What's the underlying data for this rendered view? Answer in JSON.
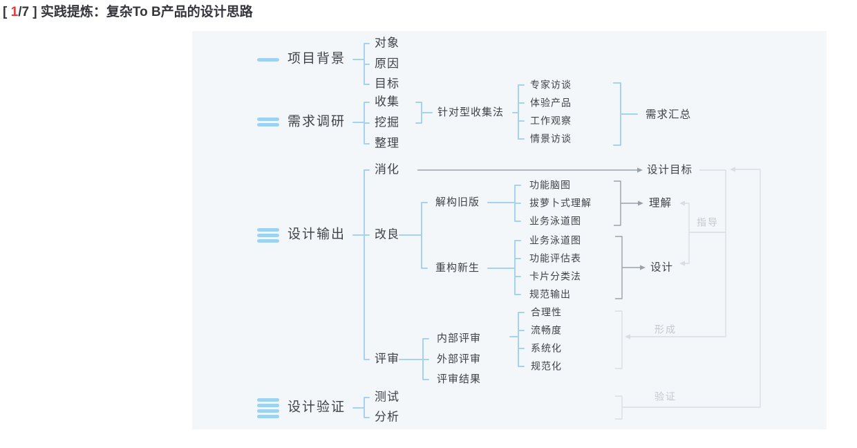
{
  "title": {
    "prefix": "[ ",
    "highlight": "1",
    "middle": "/7 ] ",
    "text": "实践提炼：复杂To B产品的设计思路"
  },
  "diagram": {
    "project_background": {
      "label": "项目背景",
      "children": [
        "对象",
        "原因",
        "目标"
      ]
    },
    "requirement_research": {
      "label": "需求调研",
      "children": [
        "收集",
        "挖掘",
        "整理"
      ],
      "collection_method": {
        "label": "针对型收集法",
        "children": [
          "专家访谈",
          "体验产品",
          "工作观察",
          "情景访谈"
        ]
      },
      "summary": {
        "label": "需求汇总"
      }
    },
    "design_output": {
      "label": "设计输出",
      "digest": {
        "label": "消化"
      },
      "design_goal": {
        "label": "设计目标"
      },
      "improve": {
        "label": "改良"
      },
      "deconstruct_old": {
        "label": "解构旧版",
        "children": [
          "功能脑图",
          "拔萝卜式理解",
          "业务泳道图"
        ]
      },
      "understand": {
        "label": "理解"
      },
      "rebuild_new": {
        "label": "重构新生",
        "children": [
          "业务泳道图",
          "功能评估表",
          "卡片分类法",
          "规范输出"
        ]
      },
      "design": {
        "label": "设计"
      },
      "review": {
        "label": "评审",
        "children": [
          "内部评审",
          "外部评审",
          "评审结果"
        ]
      },
      "criteria": {
        "children": [
          "合理性",
          "流畅度",
          "系统化",
          "规范化"
        ]
      }
    },
    "design_validation": {
      "label": "设计验证",
      "children": [
        "测试",
        "分析"
      ]
    },
    "relations": {
      "guide": "指导",
      "form": "形成",
      "verify": "验证"
    }
  },
  "colors": {
    "title_red": "#e23c3c",
    "branch_blue": "#a4d2ef",
    "icon_blue": "#9dd2f2",
    "text_dark": "#3e4247",
    "connector_gray": "#9aa1a9",
    "loop_gray": "#d9dee4",
    "loop_label_gray": "#c3c9cf",
    "panel_bg": "#f4f7fa"
  }
}
